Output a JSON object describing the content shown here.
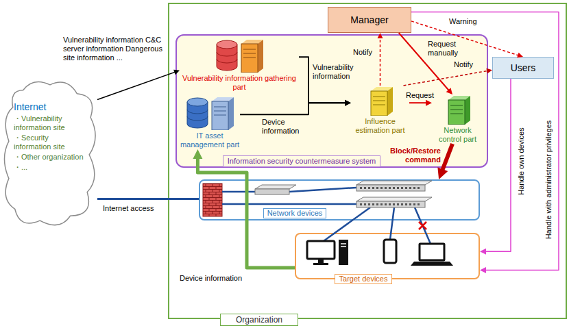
{
  "diagram": {
    "nodes": [
      {
        "text": [
          "Organization"
        ]
      },
      {
        "text": [
          "Internet",
          "・Vulnerability information site",
          "・Security information site",
          "・Other organization",
          "・..."
        ]
      },
      {
        "text": [
          "Information security countermeasure system"
        ],
        "in": 0
      },
      {
        "text": [
          "Manager"
        ],
        "in": 0
      },
      {
        "text": [
          "Users"
        ],
        "in": 0
      },
      {
        "text": [
          "Vulnerability information gathering part"
        ],
        "in": 2
      },
      {
        "text": [
          "IT asset management part"
        ],
        "in": 2
      },
      {
        "text": [
          "Influence estimation part"
        ],
        "in": 2
      },
      {
        "text": [
          "Network control part"
        ],
        "in": 2
      },
      {
        "text": [
          "Network devices"
        ],
        "in": 0
      },
      {
        "text": [
          "Target devices"
        ],
        "in": 0
      }
    ],
    "edges": [
      {
        "from": 1,
        "to": 5,
        "arrow": "to",
        "label": "Vulnerability information C&C server information Dangerous site information ..."
      },
      {
        "from": 5,
        "to": 7,
        "arrow": "to",
        "label": "Vulnerability information"
      },
      {
        "from": 6,
        "to": 7,
        "arrow": "to",
        "label": "Device information"
      },
      {
        "from": 7,
        "to": 8,
        "arrow": "to",
        "label": "Request"
      },
      {
        "from": 7,
        "to": 3,
        "arrow": "to",
        "label": "Notify"
      },
      {
        "from": 7,
        "to": 4,
        "arrow": "to",
        "label": "Notify"
      },
      {
        "from": 3,
        "to": 4,
        "arrow": "to",
        "label": "Warning"
      },
      {
        "from": 3,
        "to": 8,
        "arrow": "to",
        "label": "Request manually"
      },
      {
        "from": 8,
        "to": 9,
        "arrow": "to",
        "label": "Block/Restore command"
      },
      {
        "from": 10,
        "to": 6,
        "arrow": "to",
        "label": "Device information"
      },
      {
        "from": 1,
        "to": 9,
        "arrow": "none",
        "label": "Internet access"
      },
      {
        "from": 4,
        "to": 10,
        "arrow": "to",
        "label": "Handle own devices"
      },
      {
        "from": 3,
        "to": 10,
        "arrow": "to",
        "label": "Handle with administrator privileges"
      }
    ]
  }
}
